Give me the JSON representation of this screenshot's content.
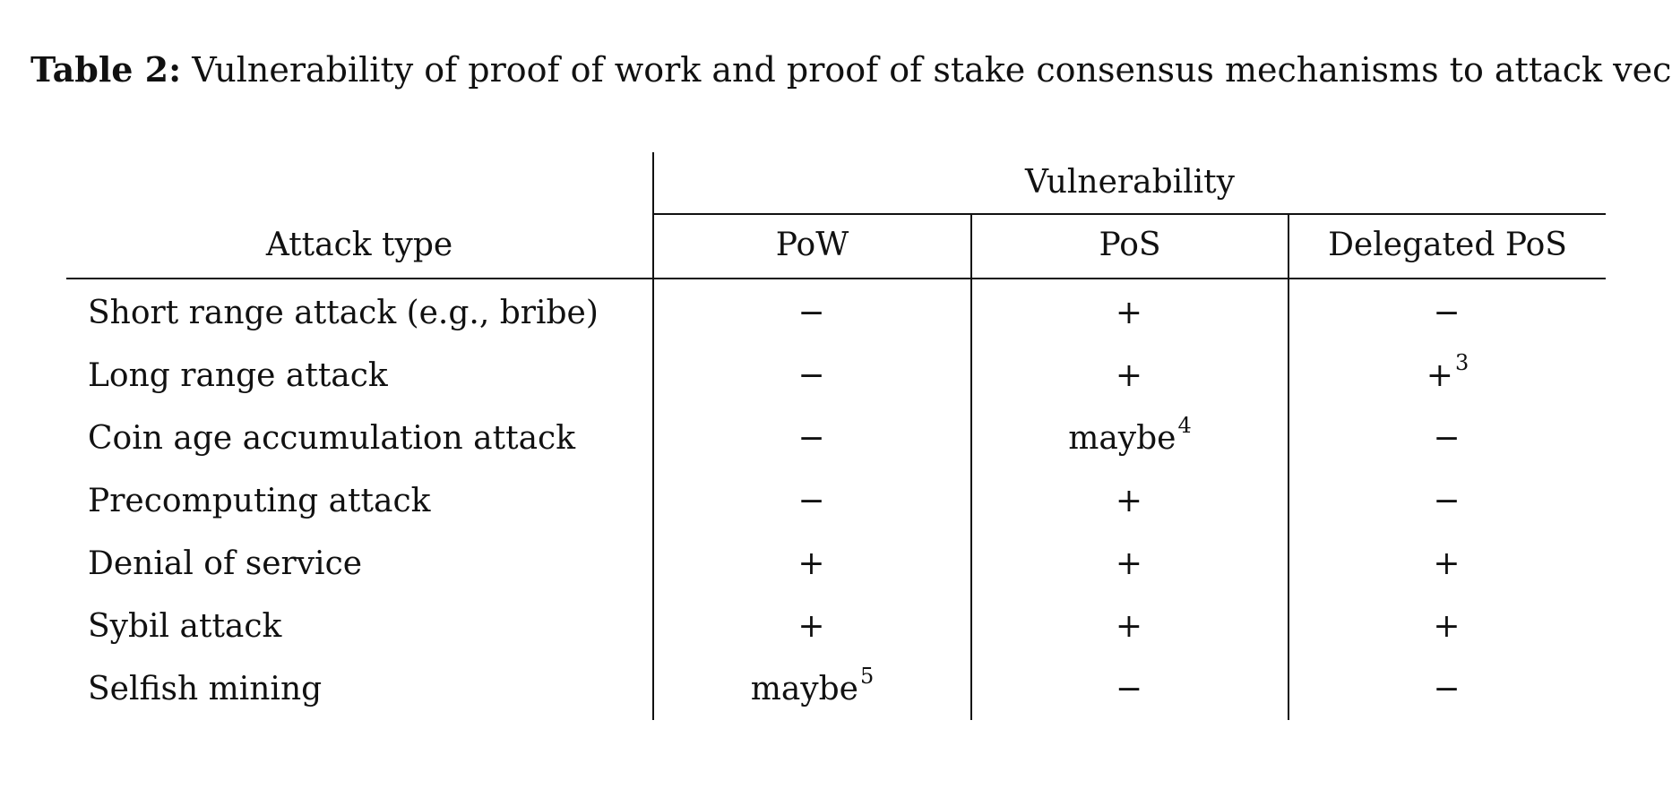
{
  "caption": {
    "label": "Table 2:",
    "text": "Vulnerability of proof of work and proof of stake consensus mechanisms to attack vectors"
  },
  "table": {
    "group_header": "Vulnerability",
    "row_header": "Attack type",
    "columns": [
      "PoW",
      "PoS",
      "Delegated PoS"
    ],
    "rows": [
      {
        "label": "Short range attack (e.g., bribe)",
        "cells": [
          {
            "v": "−",
            "sup": ""
          },
          {
            "v": "+",
            "sup": ""
          },
          {
            "v": "−",
            "sup": ""
          }
        ]
      },
      {
        "label": "Long range attack",
        "cells": [
          {
            "v": "−",
            "sup": ""
          },
          {
            "v": "+",
            "sup": ""
          },
          {
            "v": "+",
            "sup": "3"
          }
        ]
      },
      {
        "label": "Coin age accumulation attack",
        "cells": [
          {
            "v": "−",
            "sup": ""
          },
          {
            "v": "maybe",
            "sup": "4"
          },
          {
            "v": "−",
            "sup": ""
          }
        ]
      },
      {
        "label": "Precomputing attack",
        "cells": [
          {
            "v": "−",
            "sup": ""
          },
          {
            "v": "+",
            "sup": ""
          },
          {
            "v": "−",
            "sup": ""
          }
        ]
      },
      {
        "label": "Denial of service",
        "cells": [
          {
            "v": "+",
            "sup": ""
          },
          {
            "v": "+",
            "sup": ""
          },
          {
            "v": "+",
            "sup": ""
          }
        ]
      },
      {
        "label": "Sybil attack",
        "cells": [
          {
            "v": "+",
            "sup": ""
          },
          {
            "v": "+",
            "sup": ""
          },
          {
            "v": "+",
            "sup": ""
          }
        ]
      },
      {
        "label": "Selfish mining",
        "cells": [
          {
            "v": "maybe",
            "sup": "5"
          },
          {
            "v": "−",
            "sup": ""
          },
          {
            "v": "−",
            "sup": ""
          }
        ]
      }
    ]
  }
}
